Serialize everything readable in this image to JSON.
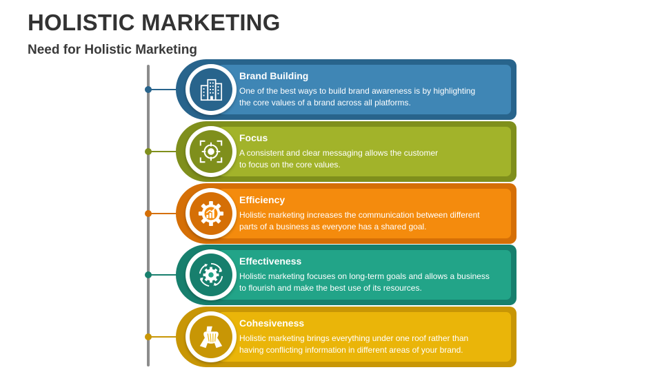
{
  "title": "HOLISTIC MARKETING",
  "subtitle": "Need for Holistic Marketing",
  "items": [
    {
      "heading": "Brand Building",
      "text": "One of the best ways to build brand awareness is by highlighting\nthe core values of a brand across all platforms.",
      "icon": "buildings-icon",
      "color_dark": "#28648c",
      "color_light": "#3f86b5"
    },
    {
      "heading": "Focus",
      "text": "A consistent and clear messaging allows the customer\nto focus on the core values.",
      "icon": "focus-target-icon",
      "color_dark": "#7f8f1c",
      "color_light": "#a2b32a"
    },
    {
      "heading": "Efficiency",
      "text": "Holistic marketing increases the communication between different\nparts of a business as everyone has a shared goal.",
      "icon": "gear-chart-icon",
      "color_dark": "#d56f06",
      "color_light": "#f48b0d"
    },
    {
      "heading": "Effectiveness",
      "text": "Holistic marketing focuses on long-term goals and allows a business\nto flourish and make the best use of its resources.",
      "icon": "gear-cycle-icon",
      "color_dark": "#177f6d",
      "color_light": "#22a488"
    },
    {
      "heading": "Cohesiveness",
      "text": "Holistic marketing brings everything under one roof rather than\nhaving conflicting information in different areas of your brand.",
      "icon": "hands-together-icon",
      "color_dark": "#c89605",
      "color_light": "#eab509"
    }
  ]
}
